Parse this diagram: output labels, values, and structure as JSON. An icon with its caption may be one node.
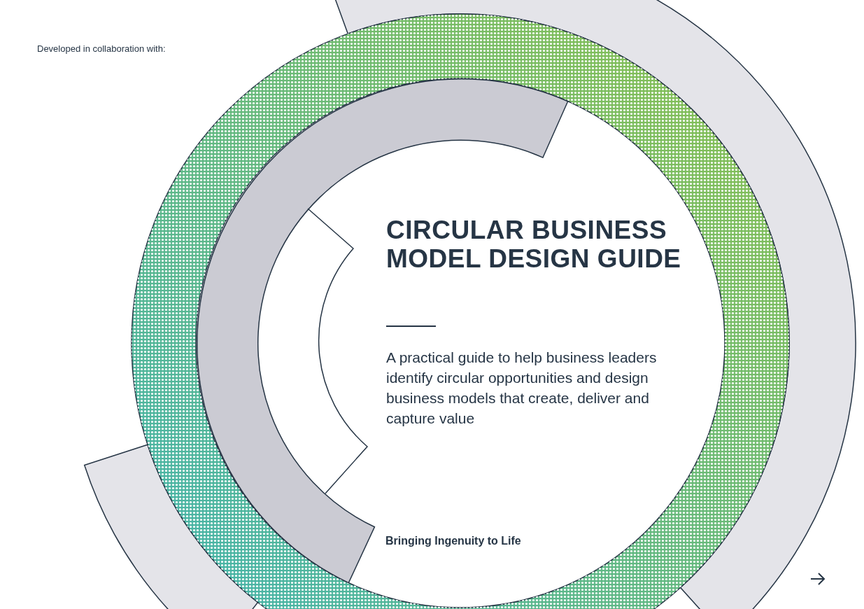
{
  "diagram": {
    "title": "CIRCULAR BUSINESS MODEL DESIGN GUIDE",
    "labels": [
      "Developed in collaboration with:",
      "A practical guide to help business leaders identify circular opportunities and design business models that create, deliver and capture value",
      "Bringing Ingenuity to Life"
    ]
  }
}
